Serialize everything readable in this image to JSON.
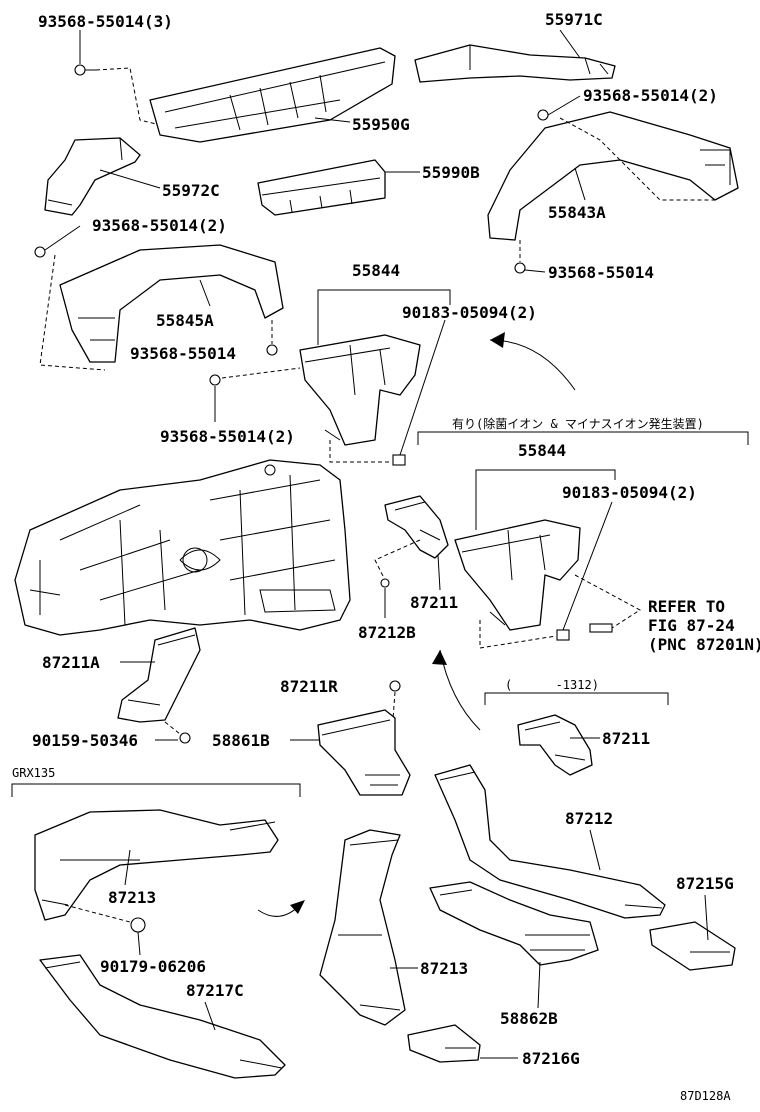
{
  "diagram": {
    "ref_code": "87D128A",
    "labels": {
      "l_93568_55014_3": "93568-55014(3)",
      "l_55971C": "55971C",
      "l_55950G": "55950G",
      "l_93568_55014_2_top": "93568-55014(2)",
      "l_55972C": "55972C",
      "l_55990B": "55990B",
      "l_55843A": "55843A",
      "l_93568_55014_2_left": "93568-55014(2)",
      "l_93568_55014_right": "93568-55014",
      "l_55844_top": "55844",
      "l_55845A": "55845A",
      "l_90183_05094_2_top": "90183-05094(2)",
      "l_93568_55014_mid": "93568-55014",
      "l_93568_55014_2_mid": "93568-55014(2)",
      "l_option_note": "有り(除菌イオン & マイナスイオン発生装置)",
      "l_55844_bottom": "55844",
      "l_90183_05094_2_bottom": "90183-05094(2)",
      "l_87211_mid": "87211",
      "l_87212B": "87212B",
      "l_refer_1": "REFER TO",
      "l_refer_2": "FIG 87-24",
      "l_refer_3": "(PNC 87201N)",
      "l_87211A": "87211A",
      "l_87211R": "87211R",
      "l_date_range": "(      -1312)",
      "l_90159_50346": "90159-50346",
      "l_58861B": "58861B",
      "l_87211_right": "87211",
      "l_grx135": "GRX135",
      "l_87212": "87212",
      "l_87213_left": "87213",
      "l_87215G": "87215G",
      "l_90179_06206": "90179-06206",
      "l_87213_mid": "87213",
      "l_87217C": "87217C",
      "l_58862B": "58862B",
      "l_87216G": "87216G"
    }
  }
}
